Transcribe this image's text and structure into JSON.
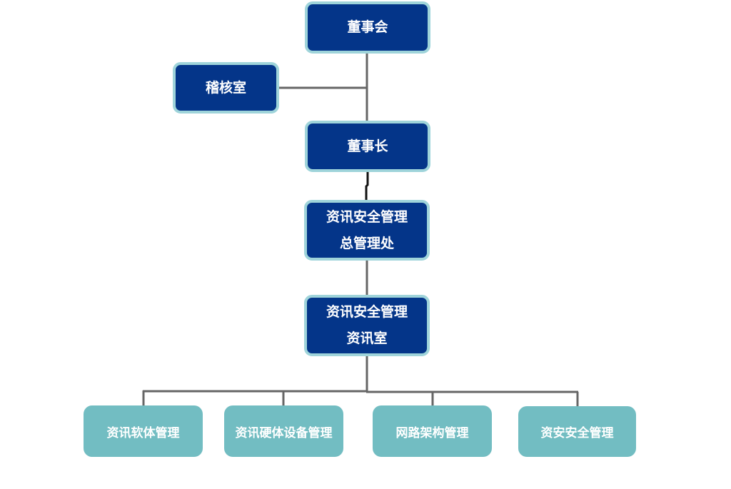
{
  "colors": {
    "primary_node": "#043589",
    "primary_border": "#9fd4da",
    "secondary_node": "#72bdc2",
    "connector": "#666666"
  },
  "org_chart": {
    "board": {
      "label": "董事会"
    },
    "audit": {
      "label": "稽核室"
    },
    "chairman": {
      "label": "董事长"
    },
    "security_office": {
      "line1": "资讯安全管理",
      "line2": "总管理处"
    },
    "it_room": {
      "line1": "资讯安全管理",
      "line2": "资讯室"
    },
    "departments": [
      {
        "label": "资讯软体管理"
      },
      {
        "label": "资讯硬体设备管理"
      },
      {
        "label": "网路架构管理"
      },
      {
        "label": "资安安全管理"
      }
    ]
  }
}
